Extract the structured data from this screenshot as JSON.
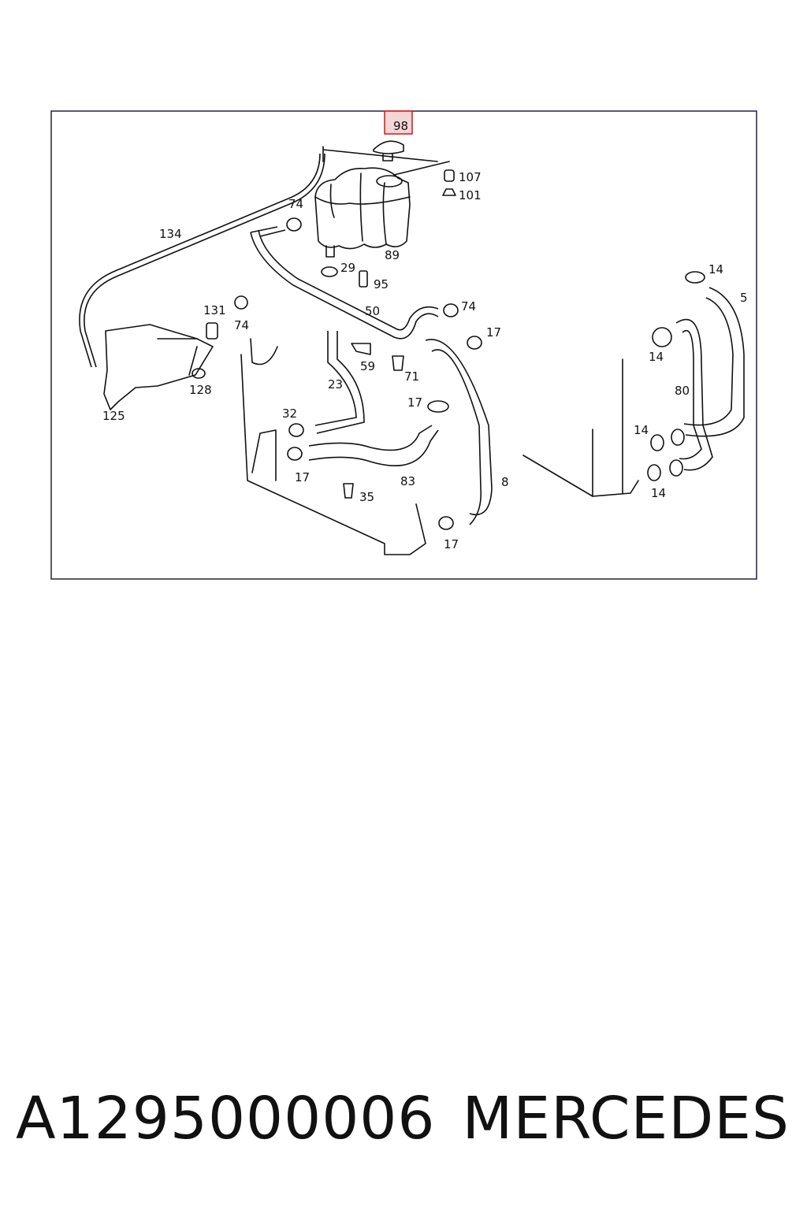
{
  "diagram": {
    "highlighted_callout": "98",
    "highlight_color": "#e02020",
    "callouts": [
      "134",
      "74",
      "29",
      "95",
      "89",
      "107",
      "101",
      "131",
      "74",
      "50",
      "74",
      "17",
      "59",
      "71",
      "23",
      "125",
      "128",
      "17",
      "32",
      "17",
      "35",
      "83",
      "8",
      "17",
      "14",
      "5",
      "14",
      "80",
      "14",
      "14"
    ]
  },
  "footer": {
    "part_number": "A1295000006",
    "brand": "MERCEDES"
  }
}
